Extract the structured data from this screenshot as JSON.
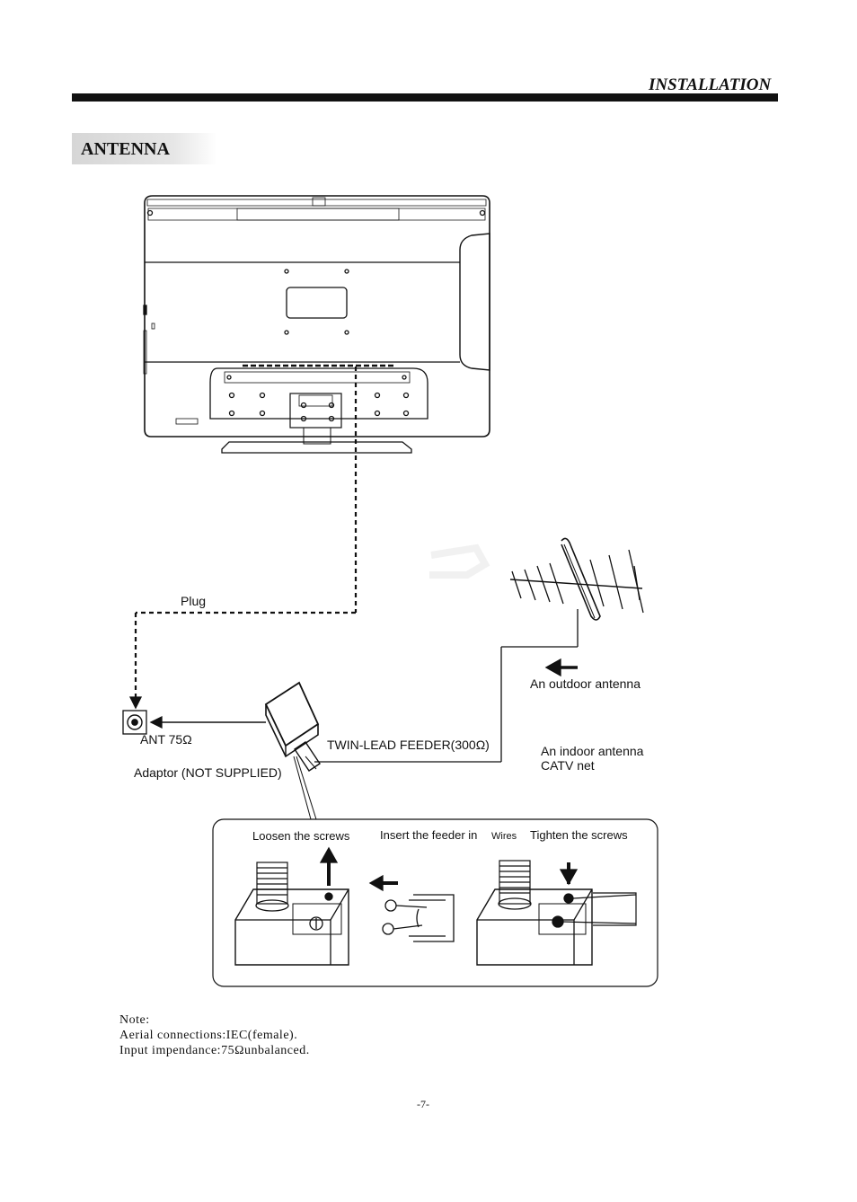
{
  "header": {
    "section": "INSTALLATION"
  },
  "page_title": "ANTENNA",
  "labels": {
    "plug": "Plug",
    "ant": "ANT 75Ω",
    "adaptor": "Adaptor  (NOT SUPPLIED)",
    "twin_lead": "TWIN-LEAD FEEDER(300Ω)",
    "outdoor_antenna": "An outdoor antenna",
    "indoor_antenna": "An indoor antenna",
    "catv_net": "CATV net",
    "loosen": "Loosen the screws",
    "insert": "Insert the feeder in",
    "wires": "Wires",
    "tighten": "Tighten the screws"
  },
  "note": {
    "title": "Note:",
    "lines": [
      "Aerial connections:IEC(female).",
      "Input impendance:75Ωunbalanced."
    ]
  },
  "page_number": "-7-"
}
